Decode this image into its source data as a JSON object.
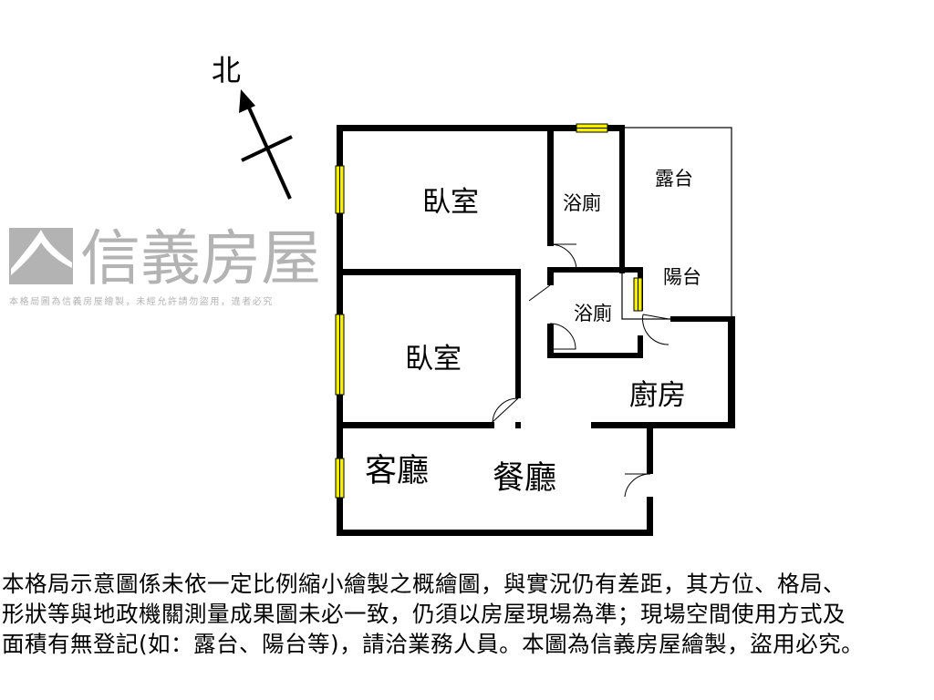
{
  "compass": {
    "label": "北"
  },
  "rooms": {
    "bedroom1": "臥室",
    "bath1": "浴廁",
    "terrace": "露台",
    "balcony": "陽台",
    "bath2": "浴廁",
    "bedroom2": "臥室",
    "kitchen": "廚房",
    "living": "客廳",
    "dining": "餐廳"
  },
  "watermark": {
    "brand": "信義房屋",
    "notice": "本格局圖為信義房屋繪製，未經允許請勿盜用，違者必究"
  },
  "disclaimer": [
    "本格局示意圖係未依一定比例縮小繪製之概繪圖，與實況仍有差距，其方位、格局、",
    "形狀等與地政機關測量成果圖未必一致，仍須以房屋現場為準；現場空間使用方式及",
    "面積有無登記(如：露台、陽台等)，請洽業務人員。本圖為信義房屋繪製，盜用必究。"
  ],
  "colors": {
    "wall": "#000000",
    "window": "#f5f000",
    "watermark": "#9a9a9a"
  }
}
